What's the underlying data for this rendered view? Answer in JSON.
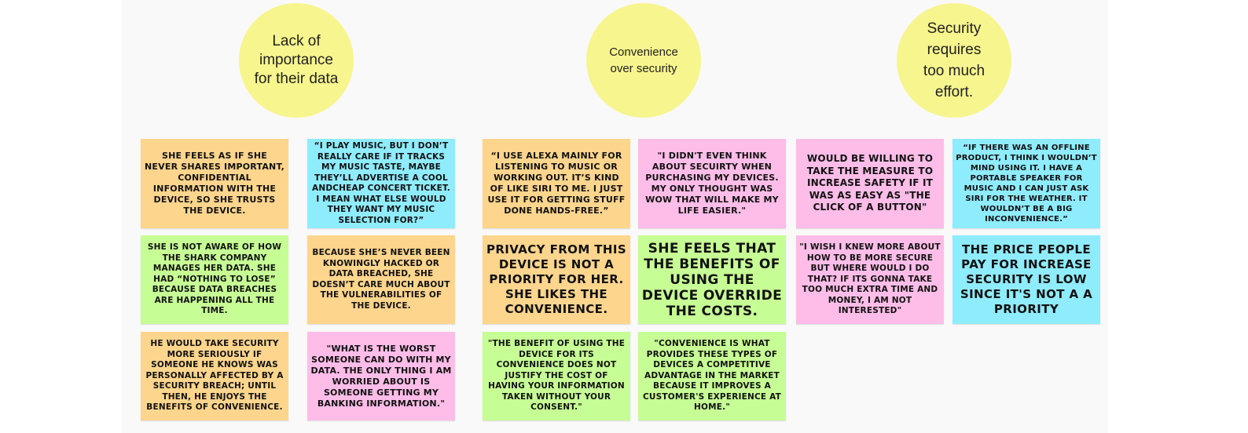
{
  "themes": [
    {
      "label": "Lack of importance for their data"
    },
    {
      "label": "Convenience over security"
    },
    {
      "label": "Security requires too much effort."
    }
  ],
  "notes": [
    {
      "text": "She feels as if she never shares important, confidential information with the device, so she trusts the device.",
      "color": "#fdd58d"
    },
    {
      "text": "“I play music, but I don’t really care if it tracks my music taste, maybe they’ll advertise a cool andcheap concert ticket. I mean what else would they want my music selection for?”",
      "color": "#8fecfd"
    },
    {
      "text": "She is not aware of how the Shark company manages her data. She had “nothing to lose” because data breaches are happening all the time.",
      "color": "#c7fd95"
    },
    {
      "text": "Because she’s never been knowingly hacked or data breached, she doesn’t care much about the vulnerabilities of the device.",
      "color": "#fdd58d"
    },
    {
      "text": "He would take security more seriously if someone he knows was personally affected by a security breach; until then, he enjoys the benefits of convenience.",
      "color": "#fdd58d"
    },
    {
      "text": "\"What is the worst someone can do with my data. The only thing I am worried about is someone getting my banking information.\"",
      "color": "#fdbde8"
    },
    {
      "text": "“I use Alexa mainly for listening to music or working out. It’s kind of like Siri to me. I just use it for getting stuff done hands-free.”",
      "color": "#fdd58d"
    },
    {
      "text": "\"I didn't even think about secuirty when purchasing my devices. My only thought was wow that will make my life easier.\"",
      "color": "#fdbde8"
    },
    {
      "text": "Privacy from this device is not a priority for her. She likes the convenience.",
      "color": "#fdd58d"
    },
    {
      "text": "She feels that the benefits of using the device override the costs.",
      "color": "#c7fd95"
    },
    {
      "text": "\"The benefit of using the device for its convenience does not justify the cost of having your information taken without your consent.\"",
      "color": "#c7fd95"
    },
    {
      "text": "\"Convenience is what provides these types of devices a competitive advantage in the market because it improves a customer's experience at home.\"",
      "color": "#c7fd95"
    },
    {
      "text": "Would be willing to take the measure to increase safety if it was as easy as \"the click of a button\"",
      "color": "#fdbde8"
    },
    {
      "text": "“If there was an offline product, I think I wouldn’t mind using it. I have a portable speaker for music and I can just ask Siri for the weather. It wouldn’t be a big inconvenience.”",
      "color": "#8fecfd"
    },
    {
      "text": "\"I wish I knew more about how to be more secure but where would I do that? If its gonna take too much extra time and money, I am not interested\"",
      "color": "#fdbde8"
    },
    {
      "text": "The price people pay for increase security is low since it's not a a priority",
      "color": "#8fecfd"
    }
  ]
}
